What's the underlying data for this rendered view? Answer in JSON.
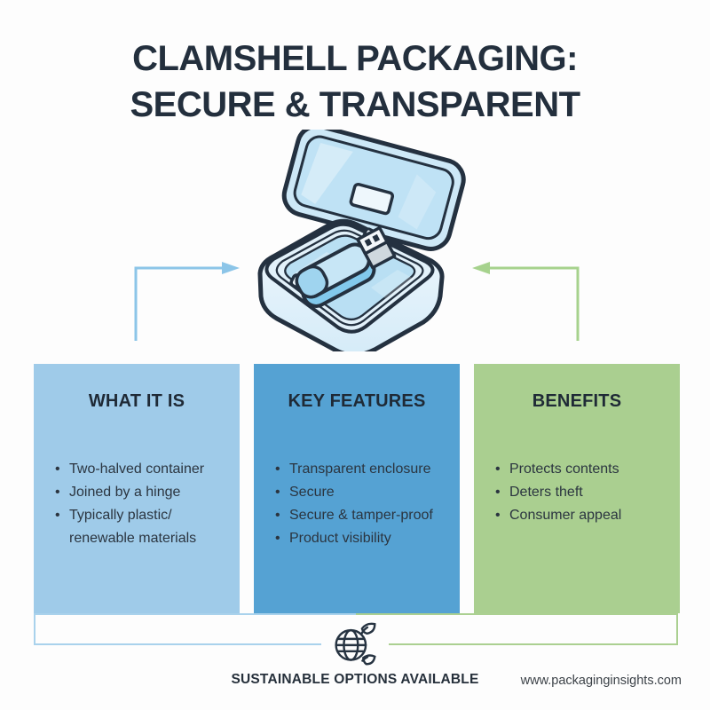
{
  "title": {
    "line1": "CLAMSHELL PACKAGING:",
    "line2": "SECURE & TRANSPARENT"
  },
  "illustration": {
    "subject": "open clamshell package with USB flash drive"
  },
  "columns": [
    {
      "heading": "WHAT IT IS",
      "bg": "#9fcbe9",
      "items": [
        "Two-halved container",
        "Joined by a hinge",
        "Typically plastic/ renewable materials"
      ]
    },
    {
      "heading": "KEY FEATURES",
      "bg": "#55a2d3",
      "items": [
        "Transparent enclosure",
        "Secure",
        "Secure & tamper-proof",
        "Product visibility"
      ]
    },
    {
      "heading": "BENEFITS",
      "bg": "#aacf90",
      "items": [
        "Protects contents",
        "Deters theft",
        "Consumer appeal"
      ]
    }
  ],
  "footer": {
    "sustainable_label": "SUSTAINABLE OPTIONS AVAILABLE",
    "website": "www.packaginginsights.com"
  },
  "colors": {
    "ink": "#232f3d",
    "arrow_blue": "#8cc5e8",
    "arrow_green": "#a6d28d",
    "bracket_blue": "#a9d2ec",
    "bracket_green": "#abd091",
    "column_blue_light": "#9fcbe9",
    "column_blue": "#55a2d3",
    "column_green": "#aacf90"
  },
  "icons": {
    "globe": "globe-with-leaves"
  }
}
